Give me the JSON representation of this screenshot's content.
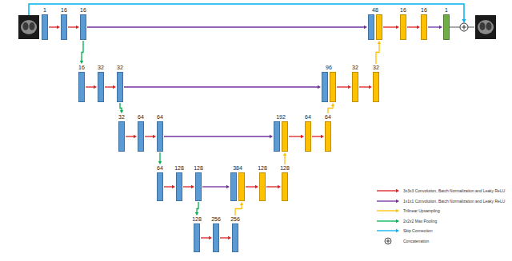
{
  "diagram": {
    "nodes": [
      {
        "text": [
          "1"
        ]
      },
      {
        "text": [
          "16"
        ]
      },
      {
        "text": [
          "16"
        ]
      },
      {
        "text": [
          "48"
        ]
      },
      {
        "text": [
          "16"
        ]
      },
      {
        "text": [
          "16"
        ]
      },
      {
        "text": [
          "1"
        ]
      },
      {
        "text": [
          "16"
        ]
      },
      {
        "text": [
          "32"
        ]
      },
      {
        "text": [
          "32"
        ]
      },
      {
        "text": [
          "96"
        ]
      },
      {
        "text": [
          "32"
        ]
      },
      {
        "text": [
          "32"
        ]
      },
      {
        "text": [
          "32"
        ]
      },
      {
        "text": [
          "64"
        ]
      },
      {
        "text": [
          "64"
        ]
      },
      {
        "text": [
          "192"
        ]
      },
      {
        "text": [
          "64"
        ]
      },
      {
        "text": [
          "64"
        ]
      },
      {
        "text": [
          "64"
        ]
      },
      {
        "text": [
          "128"
        ]
      },
      {
        "text": [
          "128"
        ]
      },
      {
        "text": [
          "384"
        ]
      },
      {
        "text": [
          "128"
        ]
      },
      {
        "text": [
          "128"
        ]
      },
      {
        "text": [
          "128"
        ]
      },
      {
        "text": [
          "256"
        ]
      },
      {
        "text": [
          "256"
        ]
      }
    ],
    "edges": [
      {
        "from": 0,
        "to": 1,
        "arrow": "to"
      },
      {
        "from": 1,
        "to": 2,
        "arrow": "to"
      },
      {
        "from": 2,
        "to": 3,
        "arrow": "to"
      },
      {
        "from": 3,
        "to": 4,
        "arrow": "to"
      },
      {
        "from": 4,
        "to": 5,
        "arrow": "to"
      },
      {
        "from": 5,
        "to": 6,
        "arrow": "to"
      },
      {
        "from": 2,
        "to": 7,
        "arrow": "to"
      },
      {
        "from": 7,
        "to": 8,
        "arrow": "to"
      },
      {
        "from": 8,
        "to": 9,
        "arrow": "to"
      },
      {
        "from": 9,
        "to": 10,
        "arrow": "to"
      },
      {
        "from": 10,
        "to": 11,
        "arrow": "to"
      },
      {
        "from": 11,
        "to": 12,
        "arrow": "to"
      },
      {
        "from": 12,
        "to": 3,
        "arrow": "to"
      },
      {
        "from": 9,
        "to": 13,
        "arrow": "to"
      },
      {
        "from": 13,
        "to": 14,
        "arrow": "to"
      },
      {
        "from": 14,
        "to": 15,
        "arrow": "to"
      },
      {
        "from": 15,
        "to": 16,
        "arrow": "to"
      },
      {
        "from": 16,
        "to": 17,
        "arrow": "to"
      },
      {
        "from": 17,
        "to": 18,
        "arrow": "to"
      },
      {
        "from": 18,
        "to": 10,
        "arrow": "to"
      },
      {
        "from": 15,
        "to": 19,
        "arrow": "to"
      },
      {
        "from": 19,
        "to": 20,
        "arrow": "to"
      },
      {
        "from": 20,
        "to": 21,
        "arrow": "to"
      },
      {
        "from": 21,
        "to": 22,
        "arrow": "to"
      },
      {
        "from": 22,
        "to": 23,
        "arrow": "to"
      },
      {
        "from": 23,
        "to": 24,
        "arrow": "to"
      },
      {
        "from": 24,
        "to": 16,
        "arrow": "to"
      },
      {
        "from": 21,
        "to": 25,
        "arrow": "to"
      },
      {
        "from": 25,
        "to": 26,
        "arrow": "to"
      },
      {
        "from": 26,
        "to": 27,
        "arrow": "to"
      },
      {
        "from": 27,
        "to": 22,
        "arrow": "to"
      }
    ],
    "legend": [
      {
        "text": "3x3x3 Convolution, Batch Normalization and Leaky ReLU",
        "color": "#e02020"
      },
      {
        "text": "1x1x1 Convolution, Batch Normalization and Leaky ReLU",
        "color": "#7030a0"
      },
      {
        "text": "Trilinear Upsampling",
        "color": "#ffc000"
      },
      {
        "text": "2x2x2 Max Pooling",
        "color": "#00b050"
      },
      {
        "text": "Skip Connection",
        "color": "#00b0f0"
      },
      {
        "text": "Concatenation"
      }
    ]
  }
}
